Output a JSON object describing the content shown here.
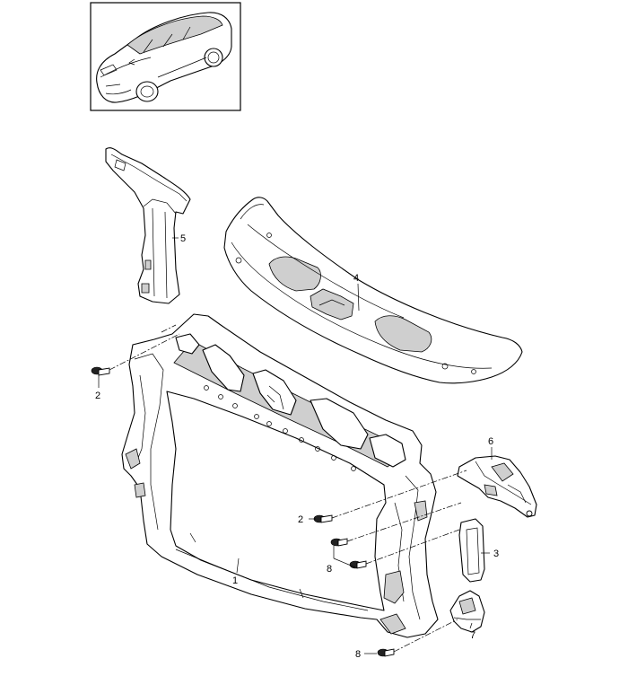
{
  "callouts": [
    {
      "id": "c1",
      "label": "1"
    },
    {
      "id": "c2a",
      "label": "2"
    },
    {
      "id": "c2b",
      "label": "2"
    },
    {
      "id": "c3",
      "label": "3"
    },
    {
      "id": "c4",
      "label": "4"
    },
    {
      "id": "c5",
      "label": "5"
    },
    {
      "id": "c6",
      "label": "6"
    },
    {
      "id": "c7",
      "label": "7"
    },
    {
      "id": "c8a",
      "label": "8"
    },
    {
      "id": "c8b",
      "label": "8"
    }
  ]
}
